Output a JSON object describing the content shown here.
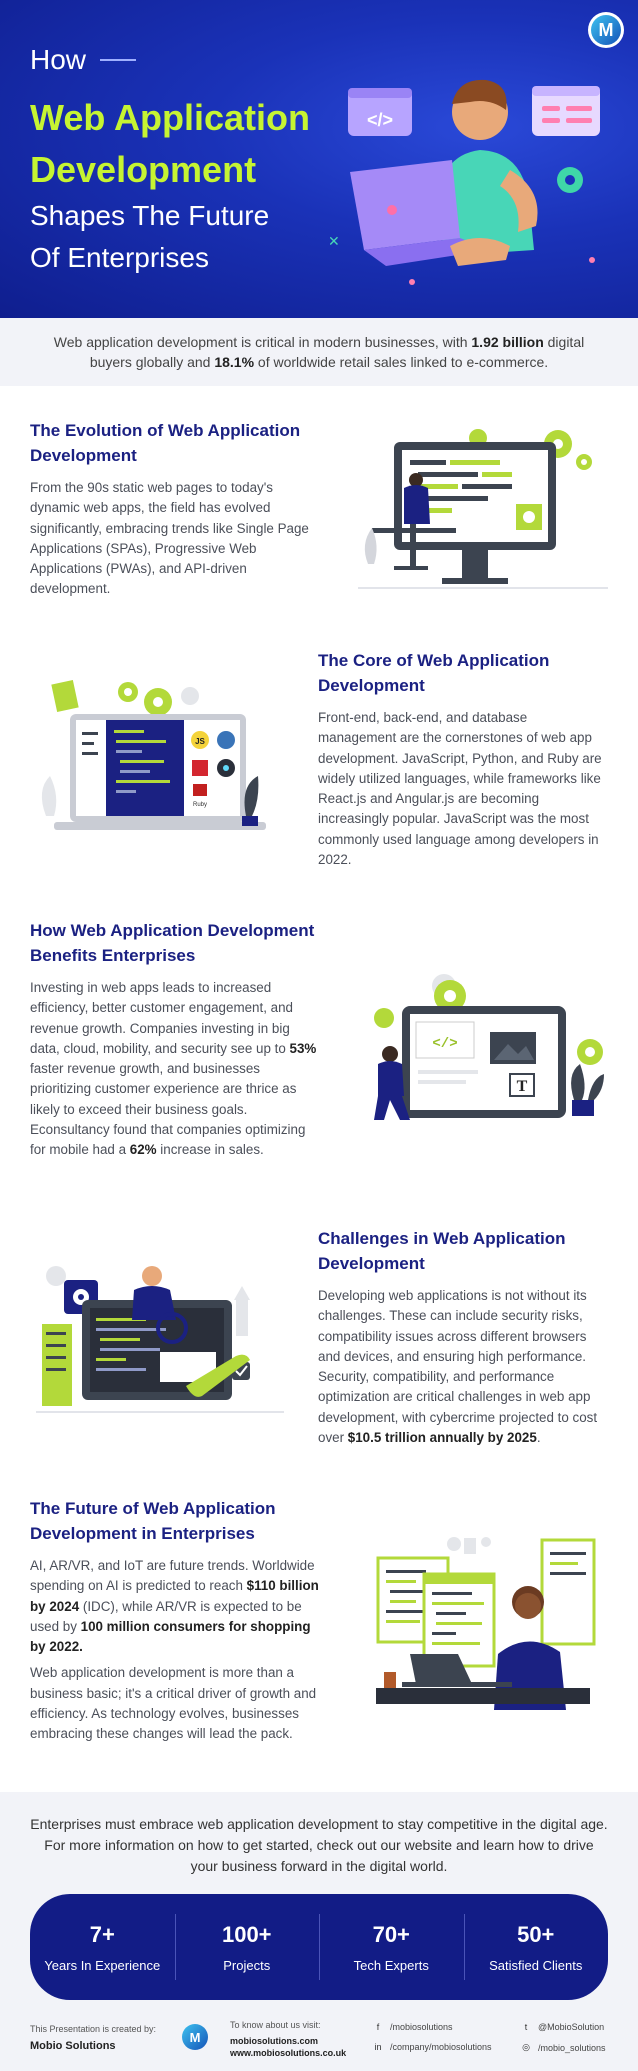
{
  "hero": {
    "how": "How",
    "title_line1": "Web Application",
    "title_line2": "Development",
    "subtitle_line1": "Shapes The Future",
    "subtitle_line2": "Of Enterprises",
    "logo_letter": "M",
    "code_glyph": "</>"
  },
  "intro": {
    "text_a": "Web application development is critical in modern businesses, with ",
    "bold_a": "1.92 billion",
    "text_b": " digital buyers globally and ",
    "bold_b": "18.1%",
    "text_c": " of worldwide retail sales linked to e-commerce."
  },
  "sections": [
    {
      "title": "The Evolution of Web Application Development",
      "body": "From the 90s static web pages to today's dynamic web apps, the field has evolved significantly, embracing trends like Single Page Applications (SPAs), Progressive Web Applications (PWAs), and API-driven development."
    },
    {
      "title": "The Core of Web Application Development",
      "body": "Front-end, back-end, and database management are the cornerstones of web app development. JavaScript, Python, and Ruby are widely utilized languages, while frameworks like React.js and Angular.js are becoming increasingly popular. JavaScript was the most commonly used language among developers in 2022."
    },
    {
      "title": "How Web Application Development Benefits Enterprises",
      "body_a": "Investing in web apps leads to increased efficiency, better customer engagement, and revenue growth. Companies investing in big data, cloud, mobility, and security see up to ",
      "bold_a": "53%",
      "body_b": " faster revenue growth, and businesses prioritizing customer experience are thrice as likely to exceed their business goals. Econsultancy found that companies optimizing for mobile had a ",
      "bold_b": "62%",
      "body_c": " increase in sales."
    },
    {
      "title": "Challenges in Web Application Development",
      "body_a": "Developing web applications is not without its challenges. These can include security risks, compatibility issues across different browsers and devices, and ensuring high performance. Security, compatibility, and performance optimization are critical challenges in web app development, with cybercrime projected to cost over ",
      "bold_a": "$10.5 trillion annually by 2025",
      "body_b": "."
    },
    {
      "title": "The Future of Web Application Development in Enterprises",
      "body_a": "AI, AR/VR, and IoT are future trends. Worldwide spending on AI is predicted to reach ",
      "bold_a": "$110 billion by 2024",
      "body_b": " (IDC), while AR/VR is expected to be used by ",
      "bold_b": "100 million consumers for shopping by 2022.",
      "body_c": "Web application development is more than a business basic; it's a critical driver of growth and efficiency. As technology evolves, businesses embracing these changes will lead the pack."
    }
  ],
  "illustration_labels": {
    "js": "JS",
    "ruby": "Ruby",
    "code": "</>",
    "t": "T"
  },
  "outro": {
    "message": "Enterprises must embrace web application development to stay competitive in the digital age. For more information on how to get started, check out our website and learn how to drive your business forward in the digital world."
  },
  "stats": [
    {
      "value": "7+",
      "label": "Years In Experience"
    },
    {
      "value": "100+",
      "label": "Projects"
    },
    {
      "value": "70+",
      "label": "Tech Experts"
    },
    {
      "value": "50+",
      "label": "Satisfied Clients"
    }
  ],
  "footer": {
    "created_by": "This Presentation is created by:",
    "brand": "Mobio Solutions",
    "logo_letter": "M",
    "know_more": "To know about us visit:",
    "email": "mobiosolutions.com",
    "website": "www.mobiosolutions.co.uk",
    "facebook": "/mobiosolutions",
    "linkedin": "/company/mobiosolutions",
    "twitter": "@MobioSolution",
    "instagram": "/mobio_solutions",
    "facebook_icon": "f",
    "linkedin_icon": "in",
    "twitter_icon": "t",
    "instagram_icon": "◎"
  },
  "colors": {
    "hero_dark": "#0f1e8e",
    "accent_lime": "#c6f432",
    "title_navy": "#1b2182",
    "stats_bg": "#121c86",
    "band_bg": "#f2f3f8"
  }
}
